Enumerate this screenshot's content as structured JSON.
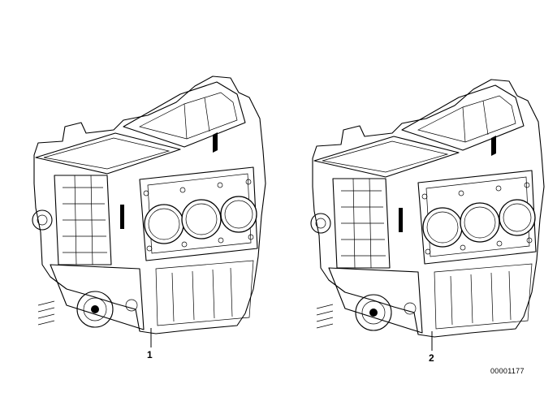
{
  "diagram": {
    "parts": [
      {
        "callout": "1",
        "icon": "engine-block-crankcase-icon"
      },
      {
        "callout": "2",
        "icon": "engine-block-crankcase-icon"
      }
    ],
    "document_number": "00001177"
  },
  "colors": {
    "line": "#000000",
    "background": "#ffffff"
  }
}
